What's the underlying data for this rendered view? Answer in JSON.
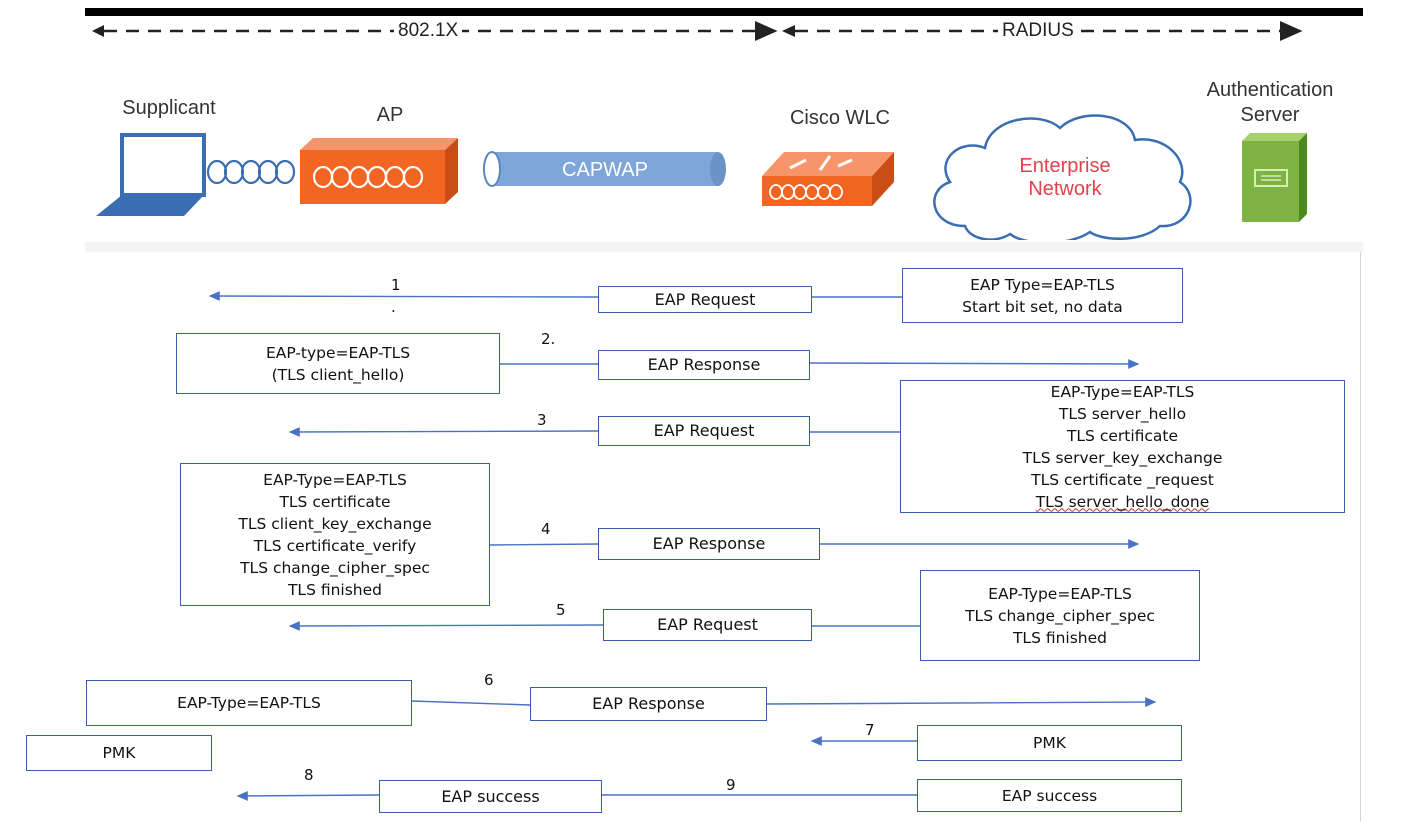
{
  "header": {
    "span_8021x": "802.1X",
    "span_radius": "RADIUS"
  },
  "devices": {
    "supplicant": "Supplicant",
    "ap": "AP",
    "tunnel": "CAPWAP",
    "wlc": "Cisco WLC",
    "cloud_line1": "Enterprise",
    "cloud_line2": "Network",
    "auth_line1": "Authentication",
    "auth_line2": "Server"
  },
  "steps": {
    "s1": "1",
    "s1dot": ".",
    "s2": "2.",
    "s3": "3",
    "s4": "4",
    "s5": "5",
    "s6": "6",
    "s7": "7",
    "s8": "8",
    "s9": "9"
  },
  "messages": {
    "m1": "EAP Request",
    "m2": "EAP Response",
    "m3": "EAP Request",
    "m4": "EAP Response",
    "m5": "EAP Request",
    "m6": "EAP Response",
    "m8": "EAP success"
  },
  "notes": {
    "n1": [
      "EAP Type=EAP-TLS",
      "Start bit set, no data"
    ],
    "n2": [
      "EAP-type=EAP-TLS",
      "(TLS client_hello)"
    ],
    "n3": [
      "EAP-Type=EAP-TLS",
      "TLS server_hello",
      "TLS certificate",
      "TLS server_key_exchange",
      "TLS certificate _request",
      "TLS server_hello_done"
    ],
    "n4": [
      "EAP-Type=EAP-TLS",
      "TLS certificate",
      "TLS client_key_exchange",
      "TLS certificate_verify",
      "TLS change_cipher_spec",
      "TLS finished"
    ],
    "n5": [
      "EAP-Type=EAP-TLS",
      "TLS change_cipher_spec",
      "TLS finished"
    ],
    "n6": [
      "EAP-Type=EAP-TLS"
    ],
    "pmk_left": "PMK",
    "pmk_right": "PMK",
    "success_right": "EAP success"
  },
  "colors": {
    "ap_orange": "#f26522",
    "tunnel_blue": "#7ea6d8",
    "server_green": "#7cb342",
    "line_blue": "#4a72c4",
    "laptop_blue": "#3b6db3"
  }
}
